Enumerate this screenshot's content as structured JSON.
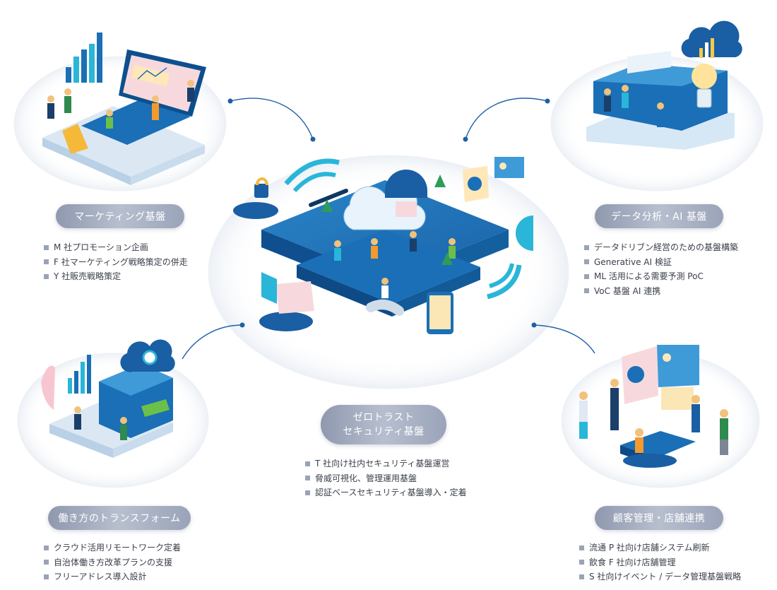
{
  "sections": {
    "marketing": {
      "title": "マーケティング基盤",
      "items": [
        "M 社プロモーション企画",
        "F 社マーケティング戦略策定の併走",
        "Y 社販売戦略策定"
      ]
    },
    "data_ai": {
      "title": "データ分析・AI 基盤",
      "items": [
        "データドリブン経営のための基盤構築",
        "Generative AI 検証",
        "ML 活用による需要予測 PoC",
        "VoC 基盤 AI 連携"
      ]
    },
    "zero_trust": {
      "title_line1": "ゼロトラスト",
      "title_line2": "セキュリティ基盤",
      "items": [
        "T 社向け社内セキュリティ基盤運営",
        "脅威可視化、管理運用基盤",
        "認証ベースセキュリティ基盤導入・定着"
      ]
    },
    "work_style": {
      "title": "働き方のトランスフォーム",
      "items": [
        "クラウド活用リモートワーク定着",
        "自治体働き方改革プランの支援",
        "フリーアドレス導入設計"
      ]
    },
    "customer": {
      "title": "顧客管理・店舗連携",
      "items": [
        "流通 P 社向け店舗システム刷新",
        "飲食 F 社向け店舗管理",
        "S 社向けイベント / データ管理基盤戦略"
      ]
    }
  },
  "colors": {
    "accent": "#1a6fb6",
    "cyan": "#29b6d8",
    "pill": "#a7afc2",
    "bullet": "#9aa3b6"
  }
}
